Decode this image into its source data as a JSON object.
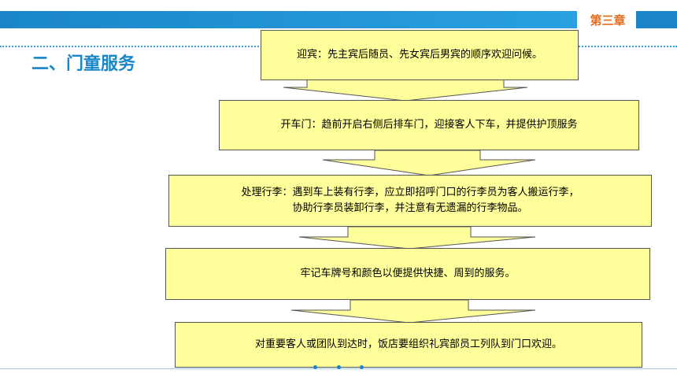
{
  "header": {
    "chapter": "第三章",
    "section_title": "二、门童服务"
  },
  "steps": [
    {
      "lines": [
        "迎宾：先主宾后随员、先女宾后男宾的顺序欢迎问候。"
      ]
    },
    {
      "lines": [
        "开车门：趋前开启右侧后排车门，迎接客人下车，并提供护顶服务"
      ]
    },
    {
      "lines": [
        "处理行李：遇到车上装有行李，应立即招呼门口的行李员为客人搬运行李，",
        "协助行李员装卸行李，并注意有无遗漏的行李物品。"
      ]
    },
    {
      "lines": [
        "牢记车牌号和颜色以便提供快捷、周到的服务。"
      ]
    },
    {
      "lines": [
        "对重要客人或团队到达时，饭店要组织礼宾部员工列队到门口欢迎。"
      ]
    }
  ],
  "colors": {
    "accent": "#1a86c8",
    "chapter": "#e36c1c",
    "box_fill": "#fefe9a"
  }
}
